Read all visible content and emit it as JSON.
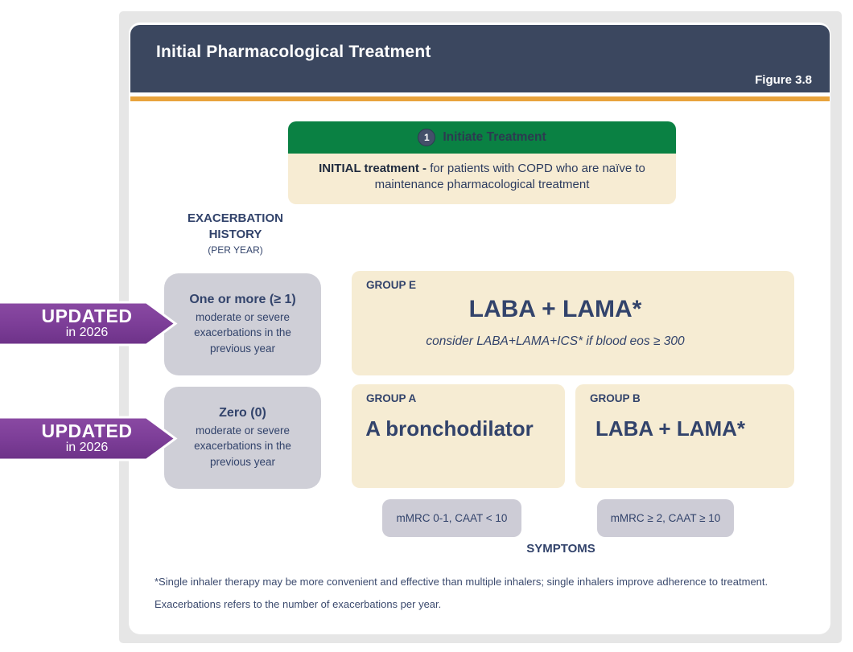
{
  "header": {
    "title": "Initial Pharmacological Treatment",
    "figure_label": "Figure 3.8"
  },
  "intro": {
    "step_number": "1",
    "banner_label": "Initiate Treatment",
    "body_bold": "INITIAL treatment -",
    "body_rest": " for patients with COPD who are naïve to maintenance pharmacological treatment"
  },
  "exacerbation_axis": {
    "line1": "EXACERBATION",
    "line2": "HISTORY",
    "sub": "(PER YEAR)"
  },
  "history": [
    {
      "title": "One or more (≥ 1)",
      "body": "moderate or severe exacerbations in the previous year"
    },
    {
      "title": "Zero (0)",
      "body": "moderate or severe exacerbations in the previous year"
    }
  ],
  "updated_badges": [
    {
      "line1": "UPDATED",
      "line2": "in 2026"
    },
    {
      "line1": "UPDATED",
      "line2": "in 2026"
    }
  ],
  "groups": {
    "e": {
      "label": "GROUP E",
      "treatment": "LABA + LAMA*",
      "note": "consider LABA+LAMA+ICS* if blood eos ≥ 300"
    },
    "a": {
      "label": "GROUP A",
      "treatment": "A bronchodilator"
    },
    "b": {
      "label": "GROUP B",
      "treatment": "LABA + LAMA*"
    }
  },
  "symptoms": {
    "pill_a": "mMRC 0-1, CAAT < 10",
    "pill_b": "mMRC ≥ 2, CAAT ≥ 10",
    "label": "SYMPTOMS"
  },
  "footnote": {
    "line1": "*Single inhaler therapy may be more convenient and effective than multiple inhalers; single inhalers improve adherence to treatment.",
    "line2": "Exacerbations refers to the number of exacerbations per year."
  },
  "colors": {
    "header_navy": "#3b475f",
    "accent_orange": "#e8a33c",
    "green": "#0a8143",
    "cream": "#f6ecd3",
    "gray_box": "#cfcfd7",
    "purple": "#7d3e98",
    "navy_text": "#32436b"
  }
}
